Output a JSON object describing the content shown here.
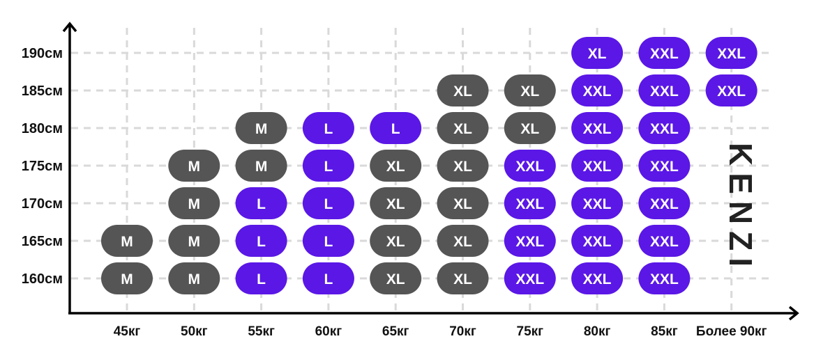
{
  "chart_data": {
    "type": "table",
    "title": "",
    "xlabel": "",
    "ylabel": "",
    "x_categories": [
      "45кг",
      "50кг",
      "55кг",
      "60кг",
      "65кг",
      "70кг",
      "75кг",
      "80кг",
      "85кг",
      "Более 90кг"
    ],
    "y_categories": [
      "160см",
      "165см",
      "170см",
      "175см",
      "180см",
      "185см",
      "190см"
    ],
    "tones": {
      "gray": "#555555",
      "purple": "#5a17e6"
    },
    "columns": [
      [
        [
          "M",
          "gray"
        ],
        [
          "M",
          "gray"
        ],
        null,
        null,
        null,
        null,
        null
      ],
      [
        [
          "M",
          "gray"
        ],
        [
          "M",
          "gray"
        ],
        [
          "M",
          "gray"
        ],
        [
          "M",
          "gray"
        ],
        null,
        null,
        null
      ],
      [
        [
          "L",
          "purple"
        ],
        [
          "L",
          "purple"
        ],
        [
          "L",
          "purple"
        ],
        [
          "M",
          "gray"
        ],
        [
          "M",
          "gray"
        ],
        null,
        null
      ],
      [
        [
          "L",
          "purple"
        ],
        [
          "L",
          "purple"
        ],
        [
          "L",
          "purple"
        ],
        [
          "L",
          "purple"
        ],
        [
          "L",
          "purple"
        ],
        null,
        null
      ],
      [
        [
          "XL",
          "gray"
        ],
        [
          "XL",
          "gray"
        ],
        [
          "XL",
          "gray"
        ],
        [
          "XL",
          "gray"
        ],
        [
          "L",
          "purple"
        ],
        null,
        null
      ],
      [
        [
          "XL",
          "gray"
        ],
        [
          "XL",
          "gray"
        ],
        [
          "XL",
          "gray"
        ],
        [
          "XL",
          "gray"
        ],
        [
          "XL",
          "gray"
        ],
        [
          "XL",
          "gray"
        ],
        null
      ],
      [
        [
          "XXL",
          "purple"
        ],
        [
          "XXL",
          "purple"
        ],
        [
          "XXL",
          "purple"
        ],
        [
          "XXL",
          "purple"
        ],
        [
          "XL",
          "gray"
        ],
        [
          "XL",
          "gray"
        ],
        null
      ],
      [
        [
          "XXL",
          "purple"
        ],
        [
          "XXL",
          "purple"
        ],
        [
          "XXL",
          "purple"
        ],
        [
          "XXL",
          "purple"
        ],
        [
          "XXL",
          "purple"
        ],
        [
          "XXL",
          "purple"
        ],
        [
          "XL",
          "purple"
        ]
      ],
      [
        [
          "XXL",
          "purple"
        ],
        [
          "XXL",
          "purple"
        ],
        [
          "XXL",
          "purple"
        ],
        [
          "XXL",
          "purple"
        ],
        [
          "XXL",
          "purple"
        ],
        [
          "XXL",
          "purple"
        ],
        [
          "XXL",
          "purple"
        ]
      ],
      [
        null,
        null,
        null,
        null,
        null,
        [
          "XXL",
          "purple"
        ],
        [
          "XXL",
          "purple"
        ]
      ]
    ],
    "grid": true
  },
  "logo": {
    "text": "KENZI"
  }
}
